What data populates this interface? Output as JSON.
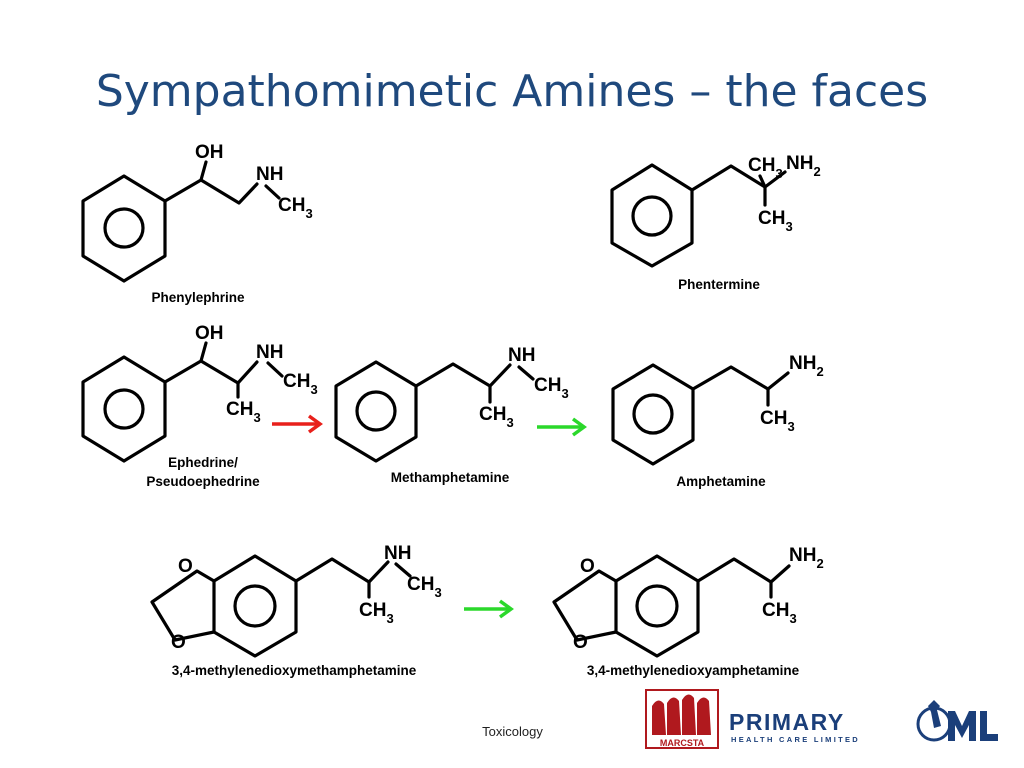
{
  "slide": {
    "title": "Sympathomimetic Amines – the faces",
    "footer": "Toxicology"
  },
  "compounds": {
    "phenylephrine": {
      "name": "Phenylephrine",
      "oh": "OH",
      "nh": "NH",
      "ch": "CH",
      "sub3": "3"
    },
    "phentermine": {
      "name": "Phentermine",
      "ch_top": "CH",
      "sub3": "3",
      "nh": "NH",
      "sub2": "2",
      "ch_bottom": "CH"
    },
    "ephedrine": {
      "name_line1": "Ephedrine/",
      "name_line2": "Pseudoephedrine",
      "oh": "OH",
      "nh": "NH",
      "ch_n": "CH",
      "ch_c": "CH",
      "sub3": "3"
    },
    "methamphetamine": {
      "name": "Methamphetamine",
      "nh": "NH",
      "ch_n": "CH",
      "ch_c": "CH",
      "sub3": "3"
    },
    "amphetamine": {
      "name": "Amphetamine",
      "nh": "NH",
      "sub2": "2",
      "ch": "CH",
      "sub3": "3"
    },
    "mdma": {
      "name": "3,4-methylenedioxymethamphetamine",
      "o1": "O",
      "o2": "O",
      "nh": "NH",
      "ch_n": "CH",
      "ch_c": "CH",
      "sub3": "3"
    },
    "mda": {
      "name": "3,4-methylenedioxyamphetamine",
      "o1": "O",
      "o2": "O",
      "nh": "NH",
      "sub2": "2",
      "ch": "CH",
      "sub3": "3"
    }
  },
  "arrows": [
    {
      "from": "ephedrine",
      "to": "methamphetamine",
      "color": "#e8201b"
    },
    {
      "from": "methamphetamine",
      "to": "amphetamine",
      "color": "#2bd82b"
    },
    {
      "from": "mdma",
      "to": "mda",
      "color": "#2bd82b"
    }
  ],
  "logos": {
    "marcsta": {
      "label": "MARCSTA",
      "color": "#b0191e"
    },
    "primary": {
      "line1": "PRIMARY",
      "line2": "HEALTH CARE LIMITED",
      "color": "#1b3f7a"
    },
    "qml": {
      "label": "QML",
      "color": "#1b3f7a"
    }
  },
  "colors": {
    "title": "#1f497d"
  }
}
